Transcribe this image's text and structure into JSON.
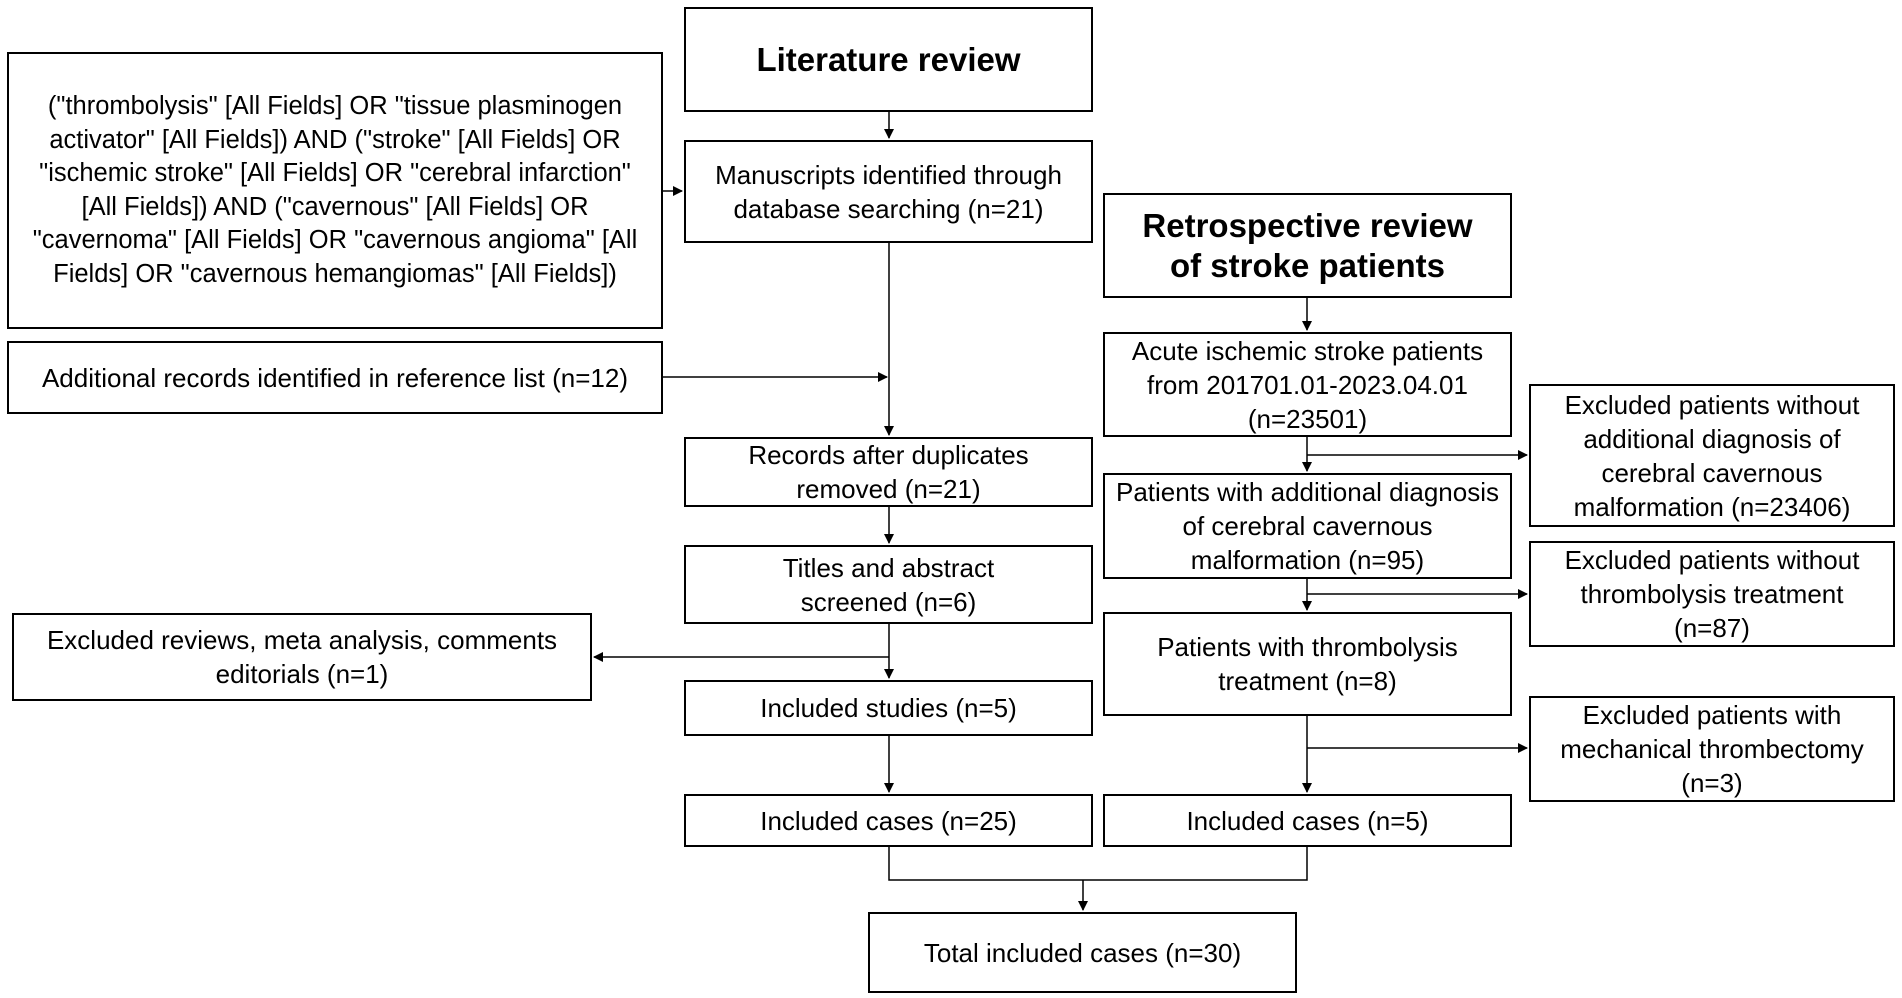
{
  "literature": {
    "title": "Literature review",
    "search_query": "(\"thrombolysis\" [All Fields] OR \"tissue plasminogen activator\" [All Fields]) AND (\"stroke\" [All Fields] OR \"ischemic stroke\" [All Fields] OR \"cerebral infarction\" [All Fields]) AND (\"cavernous\" [All Fields] OR \"cavernoma\" [All Fields] OR \"cavernous angioma\" [All Fields] OR \"cavernous hemangiomas\" [All Fields])",
    "identified": "Manuscripts identified through database searching (n=21)",
    "additional_records": "Additional records identified in reference list (n=12)",
    "after_duplicates": "Records after duplicates removed (n=21)",
    "screened": "Titles and abstract screened (n=6)",
    "excluded_reviews": "Excluded reviews, meta analysis, comments editorials (n=1)",
    "included_studies": "Included studies (n=5)",
    "included_cases": "Included cases (n=25)"
  },
  "retrospective": {
    "title": "Retrospective review of stroke patients",
    "acute_patients": "Acute ischemic stroke patients from 201701.01-2023.04.01 (n=23501)",
    "excluded_no_ccm": "Excluded patients without additional diagnosis of cerebral cavernous malformation (n=23406)",
    "ccm_patients": "Patients with additional diagnosis of cerebral cavernous malformation (n=95)",
    "excluded_no_thrombolysis": "Excluded patients without thrombolysis treatment (n=87)",
    "thrombolysis_patients": "Patients with thrombolysis treatment (n=8)",
    "excluded_thrombectomy": "Excluded patients with mechanical thrombectomy (n=3)",
    "included_cases": "Included cases (n=5)"
  },
  "total_included": "Total included cases (n=30)"
}
